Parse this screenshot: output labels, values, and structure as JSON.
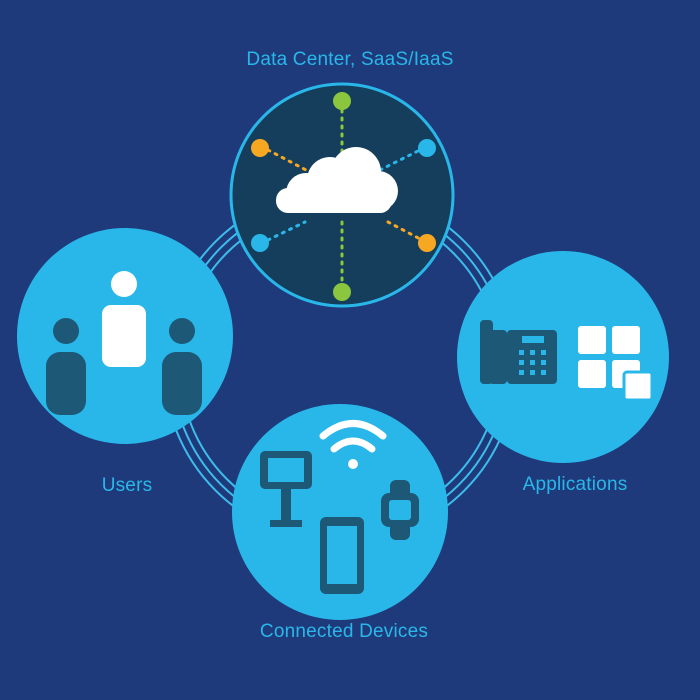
{
  "labels": {
    "data_center": "Data Center, SaaS/IaaS",
    "users": "Users",
    "applications": "Applications",
    "connected_devices": "Connected Devices"
  },
  "colors": {
    "background": "#1f3a7a",
    "node_fill": "#29b7ea",
    "center_fill": "#153e5c",
    "icon_dark": "#1d5876",
    "label": "#29b7ea",
    "accent_green": "#8cc63f",
    "accent_orange": "#f7a823",
    "accent_blue": "#29b7ea"
  },
  "nodes": [
    {
      "id": "data-center",
      "icon": "cloud-icon"
    },
    {
      "id": "users",
      "icon": "people-icon"
    },
    {
      "id": "applications",
      "icon": "phone-icon"
    },
    {
      "id": "connected-devices",
      "icon": "wifi-icon"
    }
  ]
}
